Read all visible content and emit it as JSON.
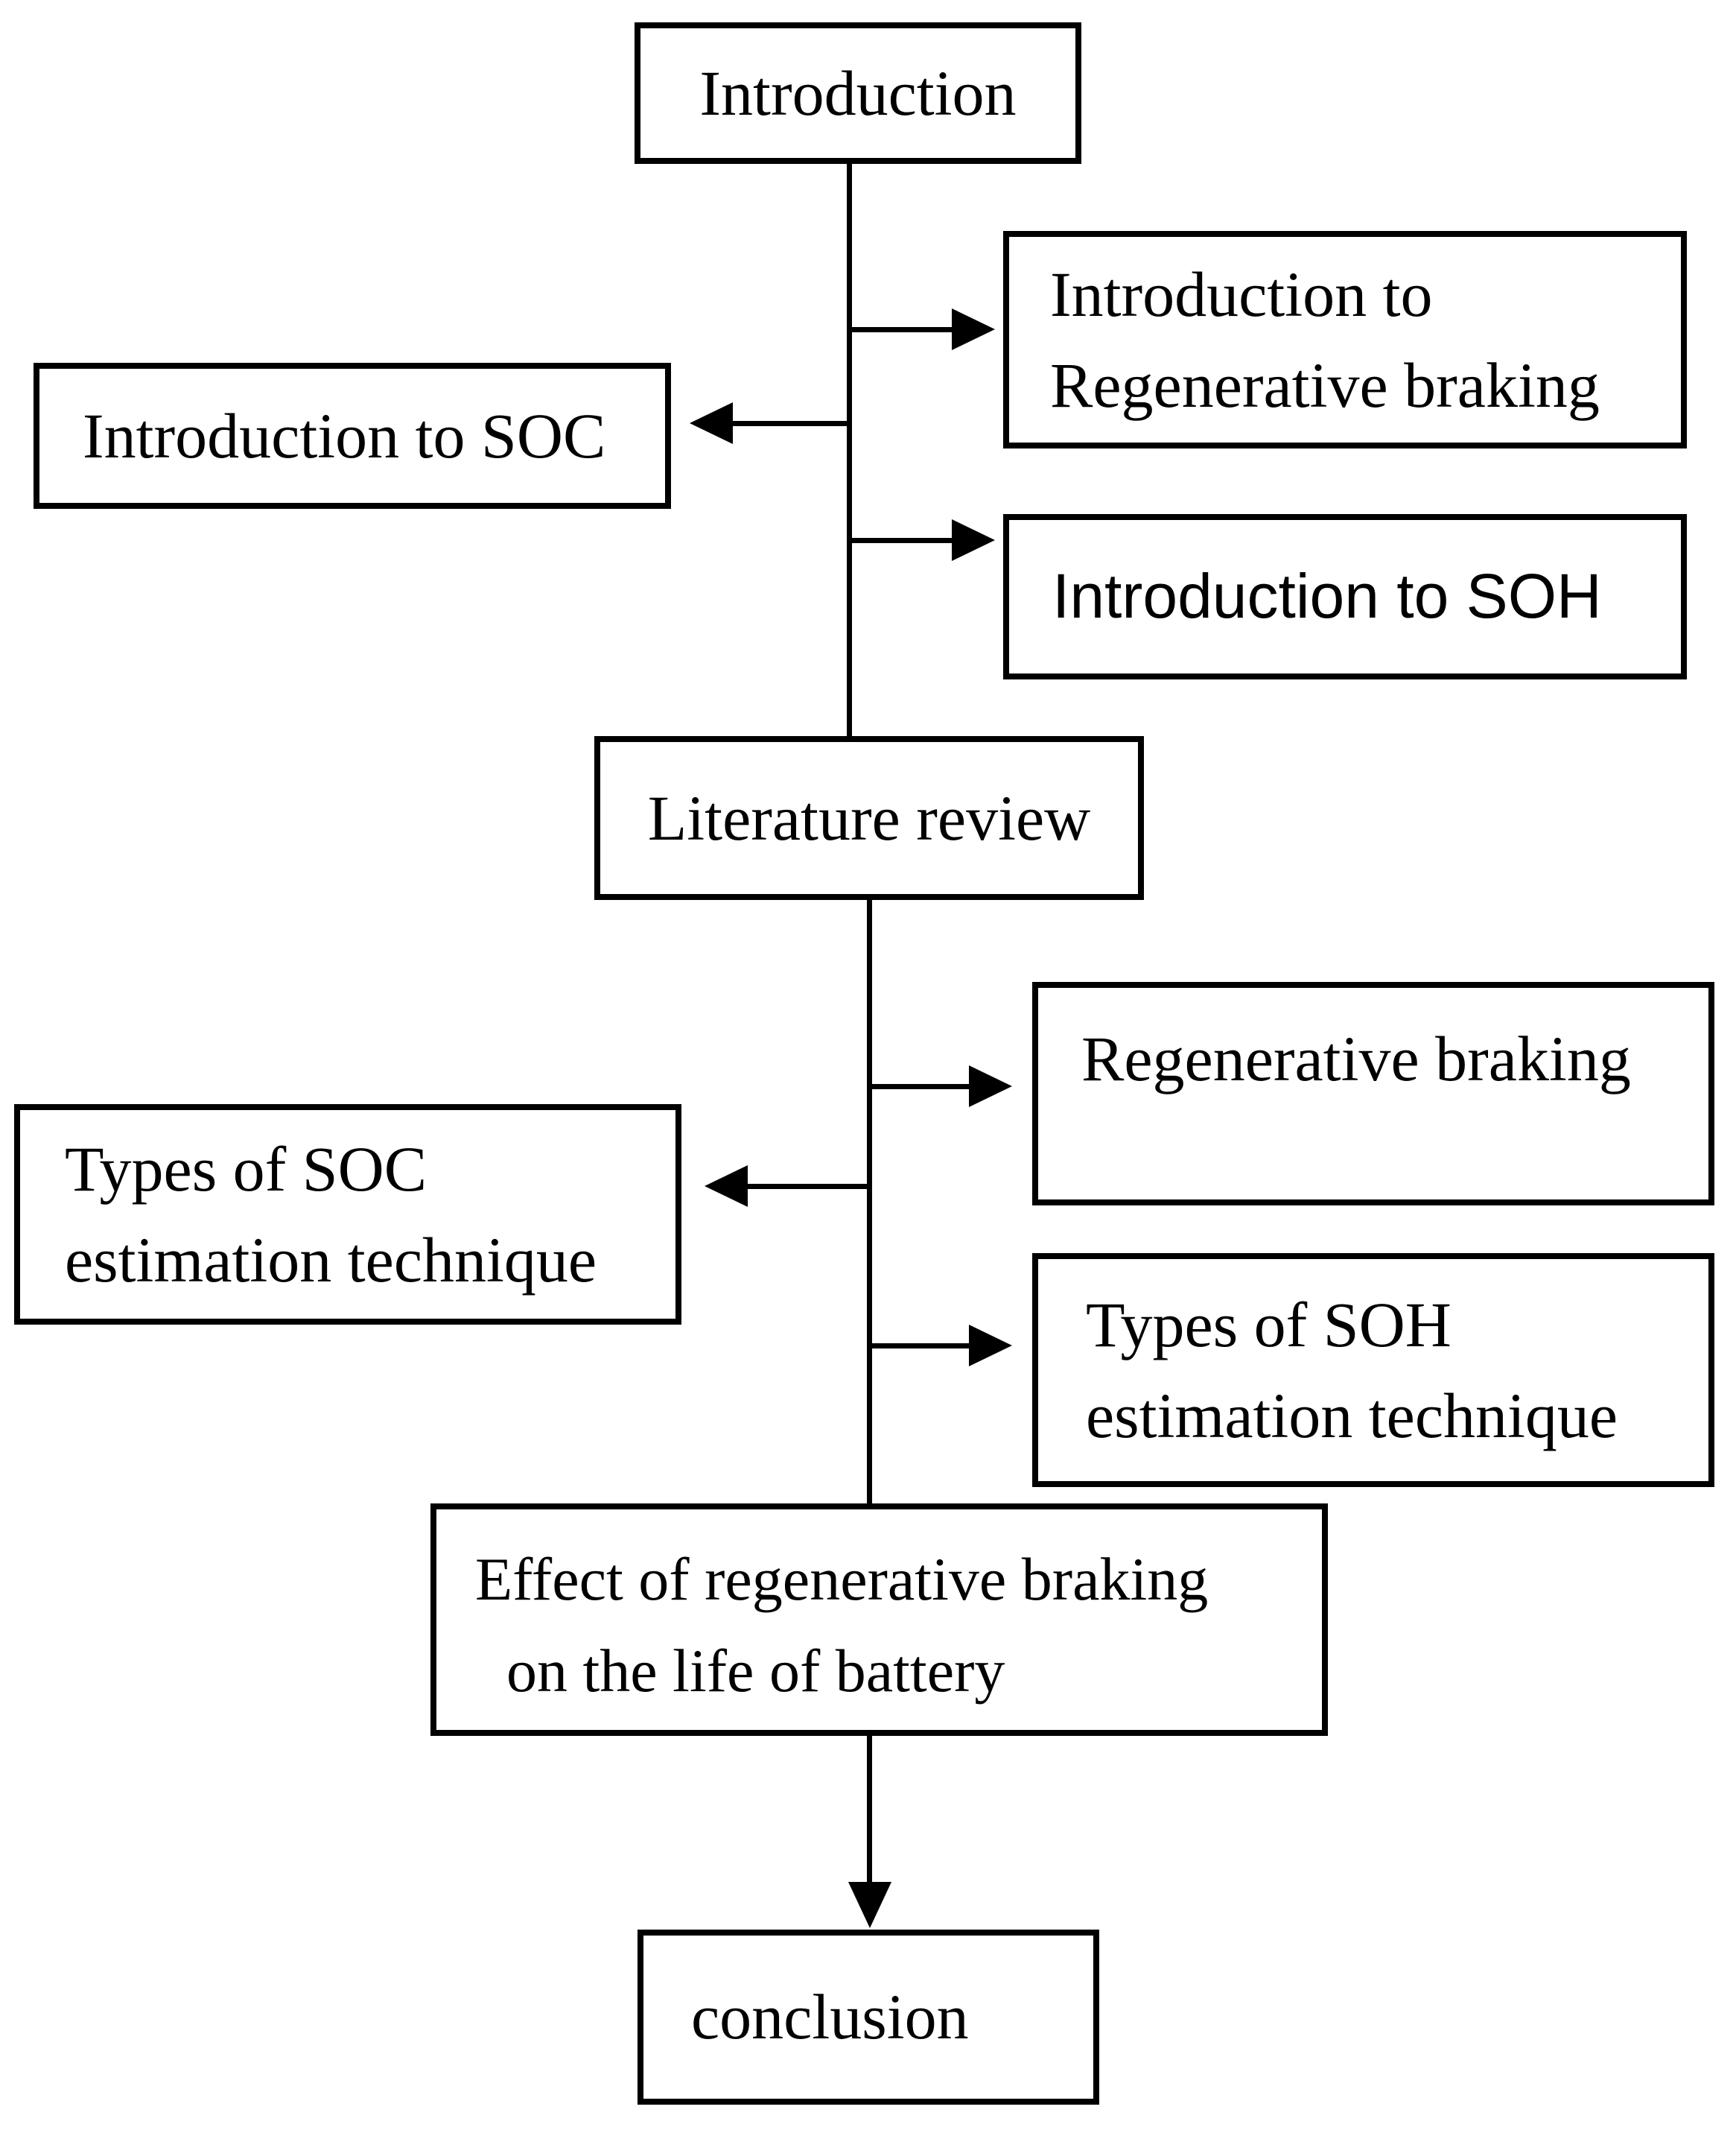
{
  "figure": {
    "type": "flowchart",
    "colors": {
      "ink": "#000000",
      "paper": "#ffffff"
    },
    "nodes": {
      "introduction": {
        "lines": [
          "Introduction"
        ]
      },
      "intro_regen": {
        "lines": [
          "Introduction to",
          "Regenerative braking"
        ]
      },
      "intro_soc": {
        "lines": [
          "Introduction to SOC"
        ]
      },
      "intro_soh": {
        "lines": [
          "Introduction to SOH"
        ]
      },
      "lit_review": {
        "lines": [
          "Literature review"
        ]
      },
      "regen": {
        "lines": [
          "Regenerative braking"
        ]
      },
      "soc_types": {
        "lines": [
          "Types of SOC",
          "estimation technique"
        ]
      },
      "soh_types": {
        "lines": [
          "Types of SOH",
          "estimation technique"
        ]
      },
      "effect": {
        "lines": [
          "Effect of regenerative braking",
          "on the life of battery"
        ]
      },
      "conclusion": {
        "lines": [
          "conclusion"
        ]
      }
    },
    "edges": [
      "introduction -> lit_review (spine)",
      "spine -> intro_regen (arrow right)",
      "spine -> intro_soc (arrow left)",
      "spine -> intro_soh (arrow right)",
      "lit_review -> effect (spine)",
      "spine -> regen (arrow right)",
      "spine -> soc_types (arrow left)",
      "spine -> soh_types (arrow right)",
      "effect -> conclusion (arrow down)"
    ]
  }
}
